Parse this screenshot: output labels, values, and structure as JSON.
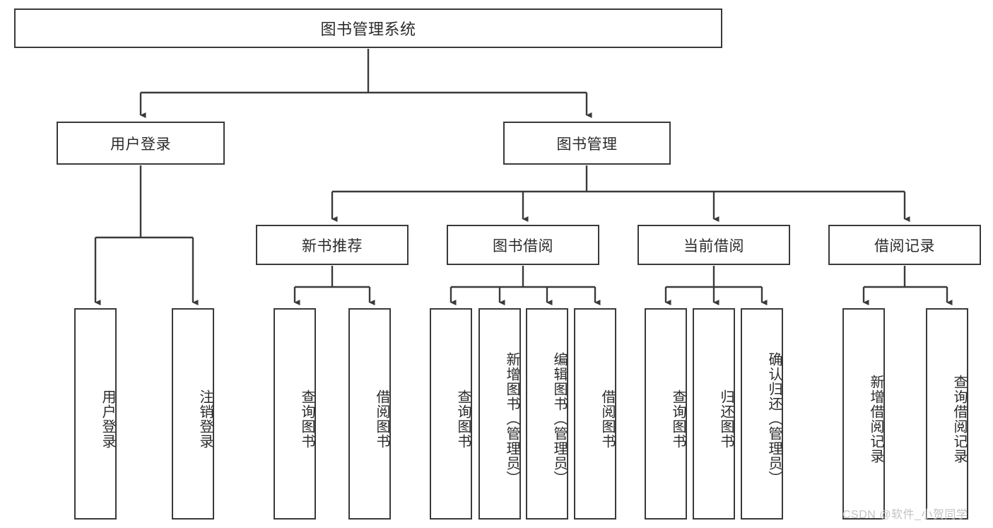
{
  "diagram": {
    "title_node": {
      "label": "图书管理系统"
    },
    "level1": [
      {
        "id": "user-login",
        "label": "用户登录"
      },
      {
        "id": "book-management",
        "label": "图书管理"
      }
    ],
    "level2": [
      {
        "id": "new-book-recommend",
        "label": "新书推荐"
      },
      {
        "id": "book-borrow",
        "label": "图书借阅"
      },
      {
        "id": "current-borrow",
        "label": "当前借阅"
      },
      {
        "id": "borrow-record",
        "label": "借阅记录"
      }
    ],
    "leaves": {
      "user_login": [
        {
          "id": "leaf-user-login",
          "label": "用户登录"
        },
        {
          "id": "leaf-logout-login",
          "label": "注销登录"
        }
      ],
      "new_book_recommend": [
        {
          "id": "leaf-query-book-1",
          "label": "查询图书"
        },
        {
          "id": "leaf-borrow-book-1",
          "label": "借阅图书"
        }
      ],
      "book_borrow": [
        {
          "id": "leaf-query-book-2",
          "label": "查询图书"
        },
        {
          "id": "leaf-add-book",
          "label": "新增图书（管理员）"
        },
        {
          "id": "leaf-edit-book",
          "label": "编辑图书（管理员）"
        },
        {
          "id": "leaf-borrow-book-2",
          "label": "借阅图书"
        }
      ],
      "current_borrow": [
        {
          "id": "leaf-query-book-3",
          "label": "查询图书"
        },
        {
          "id": "leaf-return-book",
          "label": "归还图书"
        },
        {
          "id": "leaf-confirm-return",
          "label": "确认归还（管理员）"
        }
      ],
      "borrow_record": [
        {
          "id": "leaf-add-record",
          "label": "新增借阅记录"
        },
        {
          "id": "leaf-query-record",
          "label": "查询借阅记录"
        }
      ]
    }
  },
  "watermark": {
    "text": "CSDN @软件_小贺同学"
  },
  "colors": {
    "border": "#3a3a3a",
    "text": "#2b2b2b",
    "background": "#ffffff",
    "watermark": "#c3c3c3"
  }
}
